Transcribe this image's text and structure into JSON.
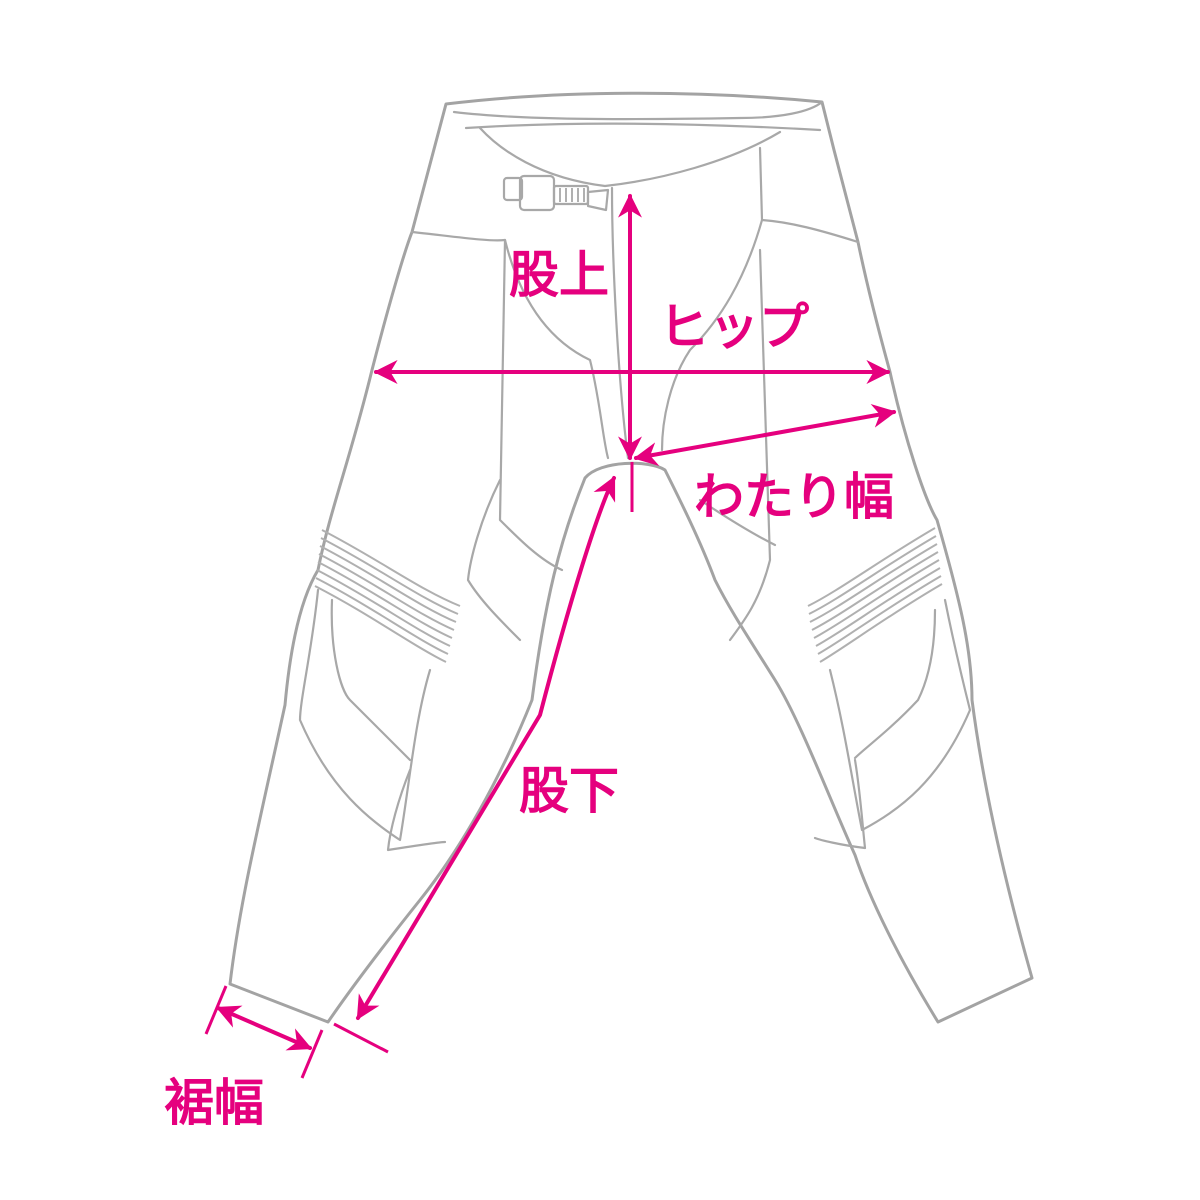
{
  "colors": {
    "measure": "#e5007e",
    "outline": "#a3a3a3",
    "background": "#ffffff"
  },
  "icons": {
    "belt_buckle": "buckle-icon"
  },
  "labels": {
    "rise": "股上",
    "hip": "ヒップ",
    "thigh": "わたり幅",
    "inseam": "股下",
    "hem": "裾幅"
  }
}
